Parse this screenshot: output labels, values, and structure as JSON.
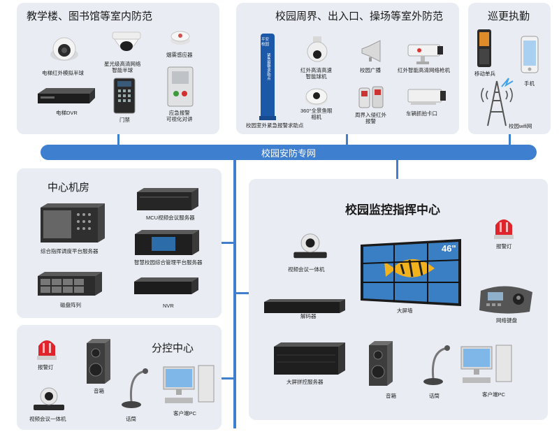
{
  "network": {
    "label": "校园安防专网"
  },
  "panels": {
    "indoor": {
      "title": "教学楼、图书馆等室内防范",
      "devices": {
        "dome_ir": "电梯红外模拟半球",
        "starlight": "星光级高清网络\n智能半球",
        "smoke": "烟雾感应器",
        "dvr": "电梯DVR",
        "access": "门禁",
        "intercom": "应急报警\n可视化对讲"
      }
    },
    "outdoor": {
      "title": "校园周界、出入口、操场等室外防范",
      "devices": {
        "pillar": "校园室外紧急报警求助点",
        "pillar_text1": "平安\n校园",
        "pillar_text2": "紧急报警求助点",
        "ptz": "红外高清高速\n智能球机",
        "broadcast": "校园广播",
        "bullet": "红外智能高清网络枪机",
        "fisheye": "360°全景鱼眼\n相机",
        "perimeter": "周界入侵红外\n报警",
        "plate": "车辆抓拍卡口"
      }
    },
    "patrol": {
      "title": "巡更执勤",
      "devices": {
        "terminal": "移动单兵",
        "phone": "手机",
        "wifi": "校园wifi网"
      }
    },
    "machine_room": {
      "title": "中心机房",
      "devices": {
        "mcu": "MCU视频会议服务器",
        "dispatch": "综合指挥调度平台服务器",
        "platform": "智慧校园综合管理平台服务器",
        "disk": "磁盘阵列",
        "nvr": "NVR"
      }
    },
    "branch": {
      "title": "分控中心",
      "devices": {
        "alarm": "报警灯",
        "speaker": "音箱",
        "conf": "视频会议一体机",
        "mic": "话筒",
        "pc": "客户端PC"
      }
    },
    "command": {
      "title": "校园监控指挥中心",
      "devices": {
        "conf": "视频会议一体机",
        "wall": "大屏墙",
        "wall_size": "46\"",
        "alarm": "报警灯",
        "decoder": "解码器",
        "keyboard": "网络键盘",
        "splicer": "大屏拼控服务器",
        "speaker": "音箱",
        "mic": "话筒",
        "pc": "客户端PC"
      }
    }
  },
  "colors": {
    "bus": "#3f7fd0",
    "panel": "#e9edf3",
    "alarm": "#e0242b"
  }
}
